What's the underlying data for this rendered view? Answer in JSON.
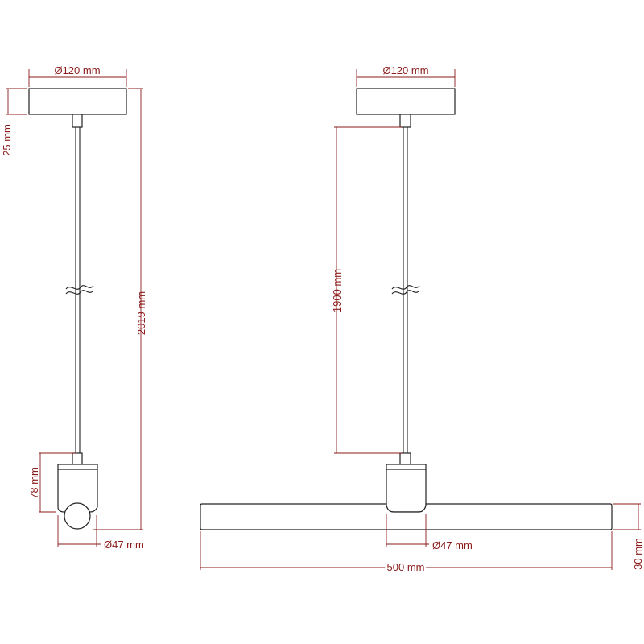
{
  "colors": {
    "dimension": "#8b1a1a",
    "outline": "#222222",
    "background": "#ffffff"
  },
  "side_view": {
    "canopy_diameter": "Ø120 mm",
    "canopy_height": "25 mm",
    "total_length": "2019 mm",
    "lampholder_height": "78 mm",
    "bulb_diameter": "Ø47 mm"
  },
  "front_view": {
    "canopy_diameter": "Ø120 mm",
    "cable_length": "1900 mm",
    "bulb_diameter": "Ø47 mm",
    "tube_length": "500 mm",
    "tube_height": "30 mm"
  }
}
